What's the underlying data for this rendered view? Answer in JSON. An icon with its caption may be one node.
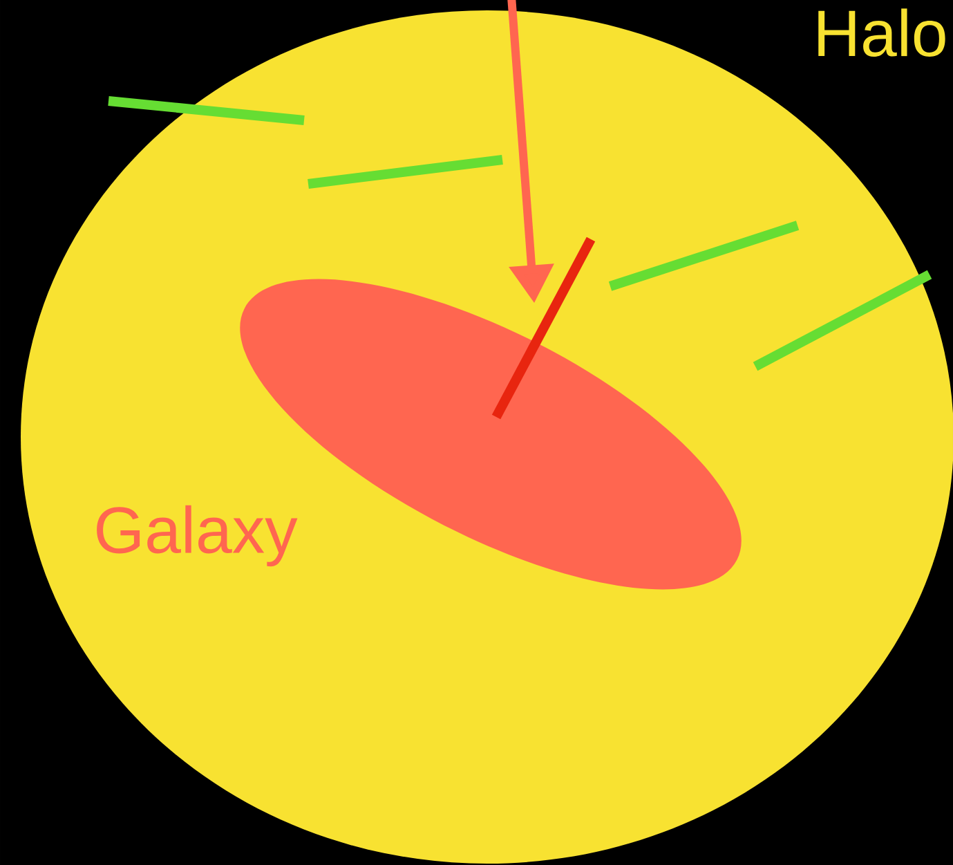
{
  "diagram": {
    "nodes": [
      {
        "text": [
          "Halo"
        ]
      },
      {
        "text": [
          "Galaxy"
        ],
        "in": 0
      }
    ],
    "edges": [
      {
        "from": null,
        "to": 1,
        "arrow": "to"
      }
    ]
  }
}
